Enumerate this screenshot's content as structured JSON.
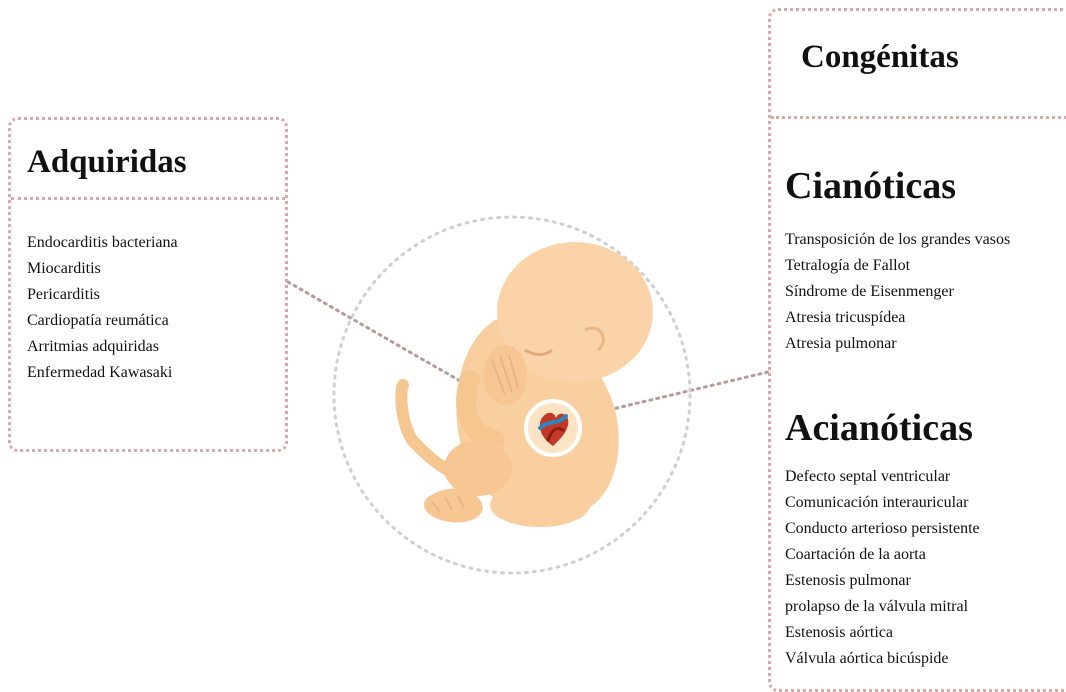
{
  "left_panel": {
    "title": "Adquiridas",
    "items": [
      "Endocarditis bacteriana",
      "Miocarditis",
      "Pericarditis",
      "Cardiopatía reumática",
      "Arritmias adquiridas",
      "Enfermedad Kawasaki"
    ]
  },
  "right_panel": {
    "title": "Congénitas",
    "sections": [
      {
        "title": "Cianóticas",
        "items": [
          "Transposición de los grandes vasos",
          "Tetralogía de Fallot",
          "Síndrome de Eisenmenger",
          "Atresia tricuspídea",
          "Atresia pulmonar"
        ]
      },
      {
        "title": "Acianóticas",
        "items": [
          "Defecto septal ventricular",
          "Comunicación interauricular",
          "Conducto arterioso persistente",
          "Coartación de la aorta",
          "Estenosis pulmonar",
          "prolapso de la válvula mitral",
          "Estenosis aórtica",
          "Válvula aórtica bicúspide"
        ]
      }
    ]
  },
  "colors": {
    "dotted_border": "#d9a8a8",
    "connector": "#b79a9a",
    "fetus_skin": "#f9cfa0",
    "heart_red": "#c0392b",
    "heart_blue": "#2e86c1"
  },
  "icons": {
    "center": "fetus-illustration-icon",
    "heart": "heart-icon"
  }
}
